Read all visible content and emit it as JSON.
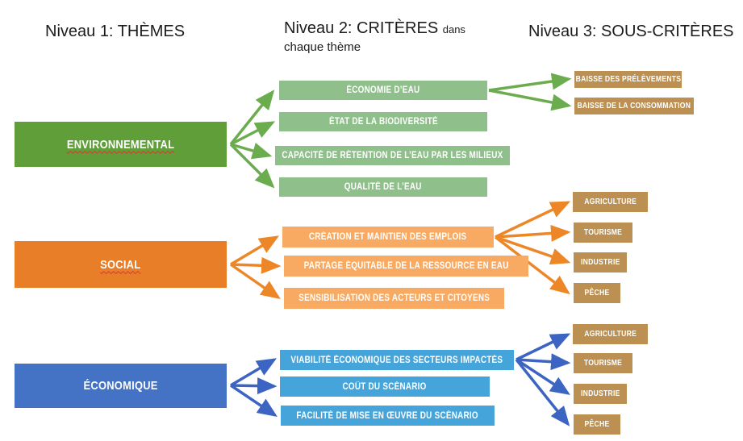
{
  "headers": {
    "level1": "Niveau 1: THÈMES",
    "level2_title": "Niveau 2: CRITÈRES",
    "level2_small": "dans",
    "level2_line2": "chaque thème",
    "level3": "Niveau 3: SOUS-CRITÈRES"
  },
  "themes": [
    {
      "label": "ENVIRONNEMENTAL"
    },
    {
      "label": "SOCIAL"
    },
    {
      "label": "ÉCONOMIQUE"
    }
  ],
  "criteria": {
    "environnemental": [
      "ÉCONOMIE D’EAU",
      "ÉTAT DE LA BIODIVERSITÉ",
      "CAPACITÉ DE RÉTENTION DE L’EAU PAR LES MILIEUX",
      "QUALITÉ DE L’EAU"
    ],
    "social": [
      "CRÉATION ET MAINTIEN DES EMPLOIS",
      "PARTAGE ÉQUITABLE DE LA RESSOURCE EN EAU",
      "SENSIBILISATION DES ACTEURS ET CITOYENS"
    ],
    "economique": [
      "VIABILITÉ ÉCONOMIQUE DES SECTEURS IMPACTÉS",
      "COÛT DU SCÉNARIO",
      "FACILITÉ DE MISE EN ŒUVRE DU SCÉNARIO"
    ]
  },
  "sous_criteres": {
    "economie_eau": [
      "BAISSE DES PRÉLÈVEMENTS",
      "BAISSE DE LA CONSOMMATION"
    ],
    "emplois": [
      "AGRICULTURE",
      "TOURISME",
      "INDUSTRIE",
      "PÊCHE"
    ],
    "viabilite": [
      "AGRICULTURE",
      "TOURISME",
      "INDUSTRIE",
      "PÊCHE"
    ]
  },
  "colors": {
    "theme_environnemental": "#5f9e38",
    "criteria_environnemental": "#8fbf8a",
    "arrow_environnemental": "#6bac4e",
    "theme_social": "#e87e27",
    "criteria_social": "#f9aa62",
    "arrow_social": "#ed8627",
    "theme_economique": "#4472c4",
    "criteria_economique": "#45a5da",
    "arrow_economique": "#3c64c2",
    "sous_critere": "#bb9052",
    "box_text": "#ffffff",
    "header_text": "#1c1c1c"
  }
}
